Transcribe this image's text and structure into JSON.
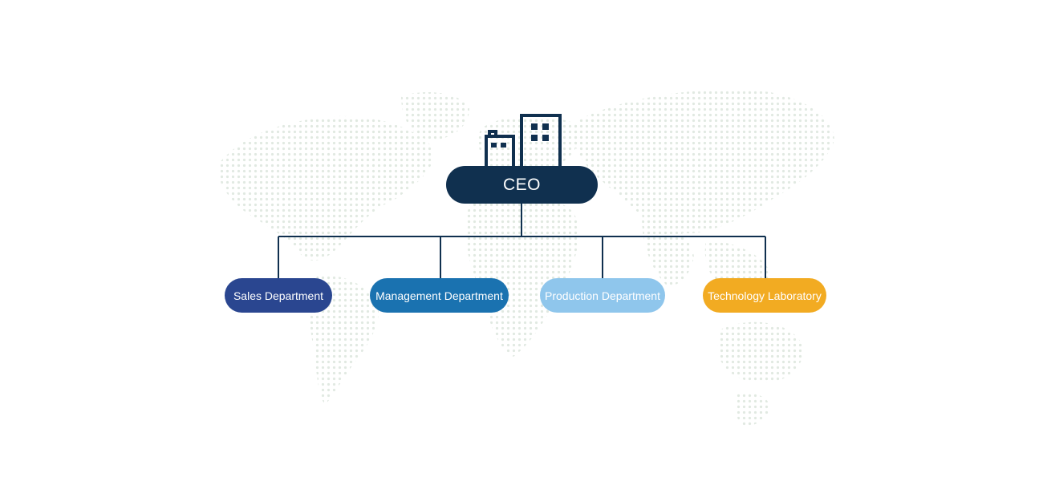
{
  "org": {
    "ceo": {
      "label": "CEO",
      "color": "#10304f"
    },
    "departments": [
      {
        "label": "Sales Department",
        "color": "#2a4690"
      },
      {
        "label": "Management Department",
        "color": "#1a72b0"
      },
      {
        "label": "Production Department",
        "color": "#8fc6ec"
      },
      {
        "label": "Technology Laboratory",
        "color": "#f2ab22"
      }
    ],
    "connector_color": "#10304f",
    "icon": "building-icon",
    "background": "world-map-dotted"
  }
}
